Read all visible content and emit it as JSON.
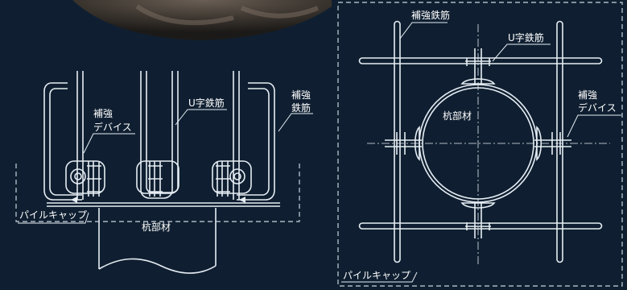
{
  "colors": {
    "background": "#0f1f31",
    "line": "#e6edf3",
    "dashed": "#c9d3dc",
    "photo_dark": "#2a2622",
    "photo_light": "#6a5f55"
  },
  "left_diagram": {
    "label_reinforcement": "補強",
    "label_rebar": "鉄筋",
    "label_device_1": "補強",
    "label_device_2": "デバイス",
    "label_u_rebar": "U字鉄筋",
    "label_pile_member": "杭部材",
    "label_pile_cap": "パイルキャップ"
  },
  "right_diagram": {
    "label_reinforcing_rebar": "補強鉄筋",
    "label_u_rebar": "U字鉄筋",
    "label_device_1": "補強",
    "label_device_2": "デバイス",
    "label_pile_member": "杭部材",
    "label_pile_cap": "パイルキャップ"
  }
}
